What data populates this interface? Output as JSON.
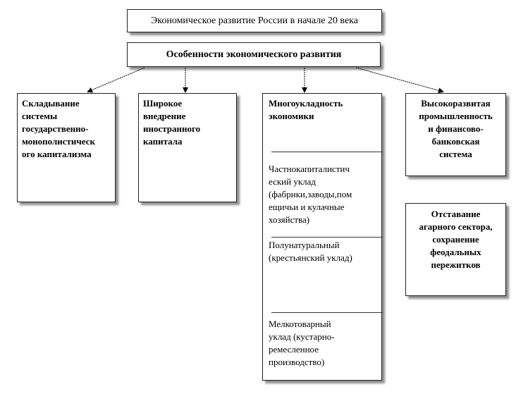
{
  "diagram": {
    "title": "Экономическое развитие России в начале 20 века",
    "features": "Особенности экономического развития",
    "col1": [
      "Складывание",
      "системы",
      "государственно-",
      "монополистическ",
      "ого капитализма"
    ],
    "col2": [
      "Широкое",
      "внедрение",
      "иностранного",
      "капитала"
    ],
    "col3": {
      "header": [
        "Многоукладность",
        "экономики"
      ],
      "sector1": [
        "Частнокапиталистич",
        "еский уклад",
        "(фабрики,заводы,пом",
        "ещичьи и кулачные",
        "хозяйства)"
      ],
      "sector2": [
        "Полунатуральный",
        "(крестьянский  уклад)"
      ],
      "sector3": [
        "Мелкотоварный",
        "уклад  (кустарно-",
        "ремесленное",
        "производство)"
      ]
    },
    "col4": [
      "Высокоразвитая",
      "промышленность",
      "и финансово-",
      "банковская",
      "система"
    ],
    "col5": [
      "Отставание",
      "агарного сектора,",
      "сохранение",
      "феодальных",
      "пережитков"
    ]
  }
}
